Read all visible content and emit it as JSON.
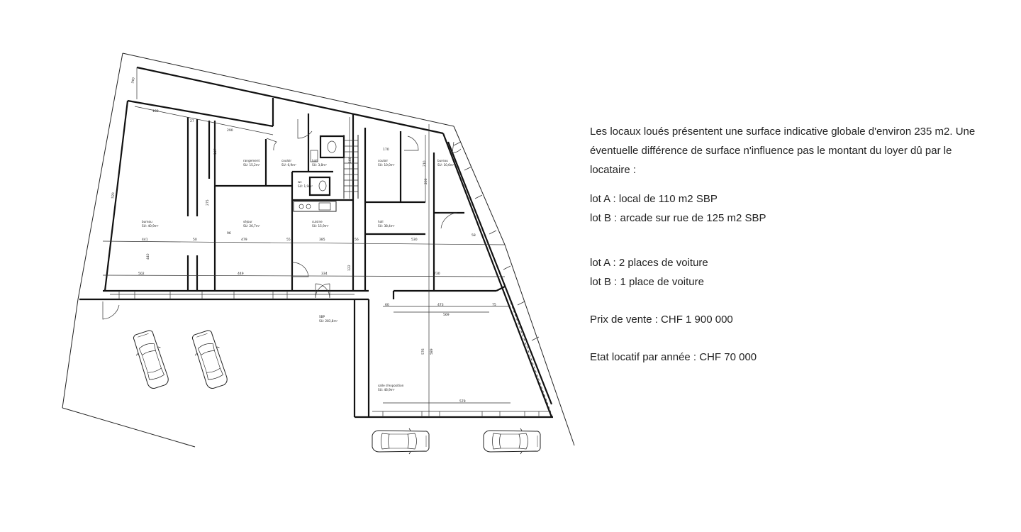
{
  "plan": {
    "rooms": [
      {
        "id": "bureau-left",
        "name": "bureau",
        "area": "SU: 40,9m²"
      },
      {
        "id": "rangement",
        "name": "rangement",
        "area": "SU: 15,2m²"
      },
      {
        "id": "sejour",
        "name": "séjour",
        "area": "SU: 26,7m²"
      },
      {
        "id": "cuisine",
        "name": "cuisine",
        "area": "SU: 15,9m²"
      },
      {
        "id": "couloir",
        "name": "couloir",
        "area": "SU: 6,9m²"
      },
      {
        "id": "wc",
        "name": "wc",
        "area": "SU: 1,9m²"
      },
      {
        "id": "hall-top",
        "name": "hall",
        "area": "SU: 3,8m²"
      },
      {
        "id": "couloir2",
        "name": "couloir",
        "area": "SU: 10,0m²"
      },
      {
        "id": "bureau-right",
        "name": "bureau",
        "area": "SU: 10,6m²"
      },
      {
        "id": "hall",
        "name": "hall",
        "area": "SU: 38,4m²"
      },
      {
        "id": "sbp",
        "name": "SBP",
        "area": "SU: 283,8m²"
      },
      {
        "id": "salle",
        "name": "salle d'exposition",
        "area": "SU: 46,9m²"
      }
    ],
    "dimensions": [
      "340",
      "520",
      "180",
      "290",
      "441",
      "479",
      "385",
      "502",
      "449",
      "334",
      "530",
      "730",
      "473",
      "569",
      "576",
      "589",
      "170",
      "210",
      "440",
      "579",
      "50",
      "55",
      "56",
      "96",
      "60",
      "75",
      "147",
      "160",
      "200",
      "275",
      "122",
      "27",
      "58"
    ]
  },
  "info": {
    "intro": "Les locaux loués présentent une surface indicative globale d'environ 235 m2. Une éventuelle différence de surface n'influence pas le montant du loyer dû par le locataire :",
    "lot_a_surface": "lot A : local de 110 m2 SBP",
    "lot_b_surface": "lot B : arcade sur rue de 125 m2 SBP",
    "lot_a_parking": "lot A : 2 places de voiture",
    "lot_b_parking": "lot B : 1 place de voiture",
    "price": "Prix de vente : CHF 1 900 000",
    "rental": "Etat locatif par année : CHF 70 000"
  }
}
